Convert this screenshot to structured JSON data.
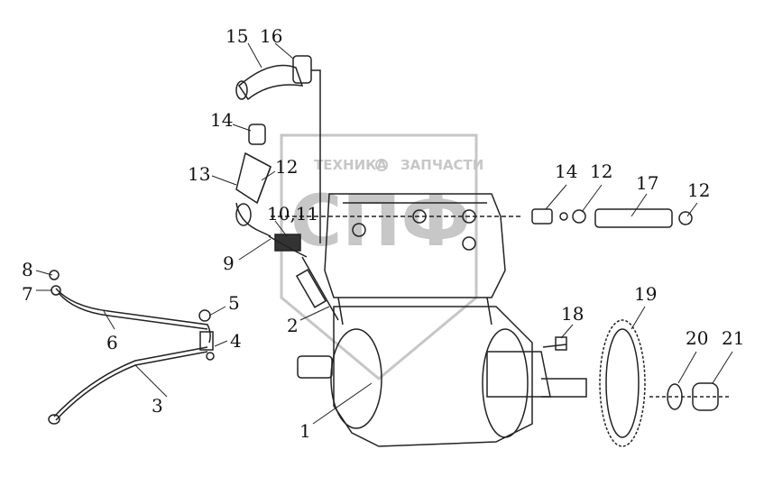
{
  "watermark": {
    "top_text": "ТЕХНИКА",
    "top_text_right": "ЗАПЧАСТИ",
    "logo_letters": "СПФ"
  },
  "callouts": [
    {
      "id": "c1",
      "label": "1"
    },
    {
      "id": "c2",
      "label": "2"
    },
    {
      "id": "c3",
      "label": "3"
    },
    {
      "id": "c4",
      "label": "4"
    },
    {
      "id": "c5",
      "label": "5"
    },
    {
      "id": "c6",
      "label": "6"
    },
    {
      "id": "c7",
      "label": "7"
    },
    {
      "id": "c8",
      "label": "8"
    },
    {
      "id": "c9",
      "label": "9"
    },
    {
      "id": "c10",
      "label": "10,11"
    },
    {
      "id": "c12a",
      "label": "12"
    },
    {
      "id": "c12b",
      "label": "12"
    },
    {
      "id": "c12c",
      "label": "12"
    },
    {
      "id": "c13",
      "label": "13"
    },
    {
      "id": "c14a",
      "label": "14"
    },
    {
      "id": "c14b",
      "label": "14"
    },
    {
      "id": "c15",
      "label": "15"
    },
    {
      "id": "c16",
      "label": "16"
    },
    {
      "id": "c17",
      "label": "17"
    },
    {
      "id": "c18",
      "label": "18"
    },
    {
      "id": "c19",
      "label": "19"
    },
    {
      "id": "c20",
      "label": "20"
    },
    {
      "id": "c21",
      "label": "21"
    }
  ],
  "colors": {
    "line": "#222222",
    "watermark": "#9a9a9a",
    "paper": "#ffffff"
  }
}
